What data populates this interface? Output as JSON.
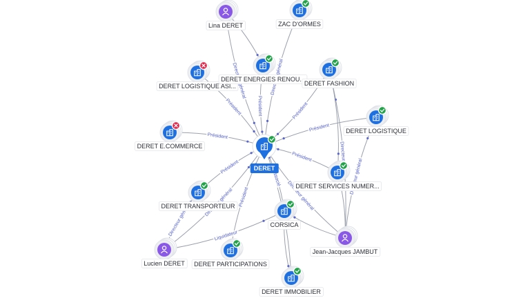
{
  "colors": {
    "edge": "#9aa0ad",
    "edge_label": "#5a66c9",
    "company": "#1e6fe0",
    "person": "#8a58e6",
    "status_active": "#22a34a",
    "status_closed": "#e0264a",
    "halo": "#eceef2",
    "center": "#1e6fe0"
  },
  "center": {
    "id": "deret",
    "label": "DERET",
    "icon": "building-icon",
    "status": "active"
  },
  "nodes": [
    {
      "id": "lina",
      "label": "Lina DERET",
      "type": "person",
      "icon": "person-icon",
      "status": null
    },
    {
      "id": "zac",
      "label": "ZAC D'ORMES",
      "type": "company",
      "icon": "building-icon",
      "status": "active"
    },
    {
      "id": "logasi",
      "label": "DERET LOGISTIQUE ASI...",
      "type": "company",
      "icon": "building-icon",
      "status": "closed"
    },
    {
      "id": "energies",
      "label": "DERET ENERGIES RENOU...",
      "type": "company",
      "icon": "building-icon",
      "status": "active"
    },
    {
      "id": "fashion",
      "label": "DERET FASHION",
      "type": "company",
      "icon": "building-icon",
      "status": "active"
    },
    {
      "id": "logistique",
      "label": "DERET LOGISTIQUE",
      "type": "company",
      "icon": "building-icon",
      "status": "active"
    },
    {
      "id": "ecommerce",
      "label": "DERET E.COMMERCE",
      "type": "company",
      "icon": "building-icon",
      "status": "closed"
    },
    {
      "id": "services",
      "label": "DERET SERVICES NUMER...",
      "type": "company",
      "icon": "building-icon",
      "status": "active"
    },
    {
      "id": "transporteur",
      "label": "DERET TRANSPORTEUR",
      "type": "company",
      "icon": "building-icon",
      "status": "active"
    },
    {
      "id": "corsica",
      "label": "CORSICA",
      "type": "company",
      "icon": "building-icon",
      "status": "active"
    },
    {
      "id": "jambut",
      "label": "Jean-Jacques JAMBUT",
      "type": "person",
      "icon": "person-icon",
      "status": null
    },
    {
      "id": "lucien",
      "label": "Lucien DERET",
      "type": "person",
      "icon": "person-icon",
      "status": null
    },
    {
      "id": "participations",
      "label": "DERET PARTICIPATIONS",
      "type": "company",
      "icon": "building-icon",
      "status": "active"
    },
    {
      "id": "immobilier",
      "label": "DERET IMMOBILIER",
      "type": "company",
      "icon": "building-icon",
      "status": "active"
    }
  ],
  "edges": [
    {
      "from": "lina",
      "to": "deret",
      "label": "Directeur général"
    },
    {
      "from": "lina",
      "to": "energies",
      "label": ""
    },
    {
      "from": "zac",
      "to": "deret",
      "label": "Directeur général"
    },
    {
      "from": "logasi",
      "to": "deret",
      "label": "Président"
    },
    {
      "from": "energies",
      "to": "deret",
      "label": "Président"
    },
    {
      "from": "fashion",
      "to": "deret",
      "label": "Président"
    },
    {
      "from": "logistique",
      "to": "deret",
      "label": "Président"
    },
    {
      "from": "ecommerce",
      "to": "deret",
      "label": "Président"
    },
    {
      "from": "services",
      "to": "deret",
      "label": "Président"
    },
    {
      "from": "transporteur",
      "to": "deret",
      "label": "Président"
    },
    {
      "from": "corsica",
      "to": "deret",
      "label": "Associé"
    },
    {
      "from": "jambut",
      "to": "deret",
      "label": "Directeur général"
    },
    {
      "from": "lucien",
      "to": "deret",
      "label": "Directeur général"
    },
    {
      "from": "participations",
      "to": "deret",
      "label": "Président"
    },
    {
      "from": "immobilier",
      "to": "deret",
      "label": ""
    },
    {
      "from": "jambut",
      "to": "logistique",
      "label": "Directeur général"
    },
    {
      "from": "jambut",
      "to": "fashion",
      "label": "Directeur g"
    },
    {
      "from": "jambut",
      "to": "corsica",
      "label": ""
    },
    {
      "from": "jambut",
      "to": "services",
      "label": ""
    },
    {
      "from": "lucien",
      "to": "transporteur",
      "label": "Directeur général"
    },
    {
      "from": "lucien",
      "to": "corsica",
      "label": "Liquidateur"
    },
    {
      "from": "fashion",
      "to": "services",
      "label": ""
    },
    {
      "from": "corsica",
      "to": "immobilier",
      "label": ""
    }
  ]
}
